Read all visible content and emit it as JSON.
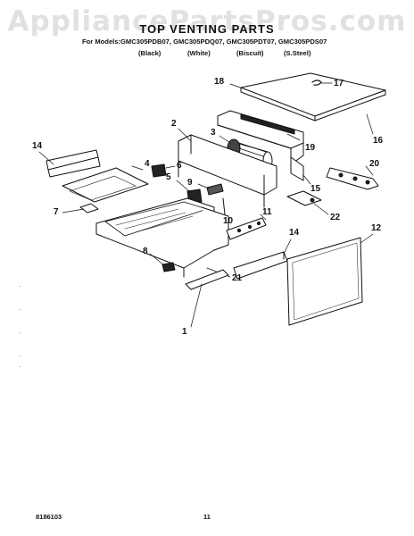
{
  "watermark": "AppliancePartsPros.com",
  "title": "TOP VENTING PARTS",
  "models_line": "For Models:GMC305PDB07, GMC305PDQ07, GMC305PDT07, GMC305PDS07",
  "variants": [
    "(Black)",
    "(White)",
    "(Biscuit)",
    "(S.Steel)"
  ],
  "callouts": {
    "c1": "1",
    "c2": "2",
    "c3": "3",
    "c4": "4",
    "c5": "5",
    "c6": "6",
    "c7": "7",
    "c8": "8",
    "c9": "9",
    "c10": "10",
    "c11": "11",
    "c12": "12",
    "c14a": "14",
    "c14b": "14",
    "c15": "15",
    "c16": "16",
    "c17": "17",
    "c18": "18",
    "c19": "19",
    "c20": "20",
    "c21": "21",
    "c22": "22"
  },
  "footer": {
    "doc_number": "8186103",
    "page_number": "11"
  }
}
